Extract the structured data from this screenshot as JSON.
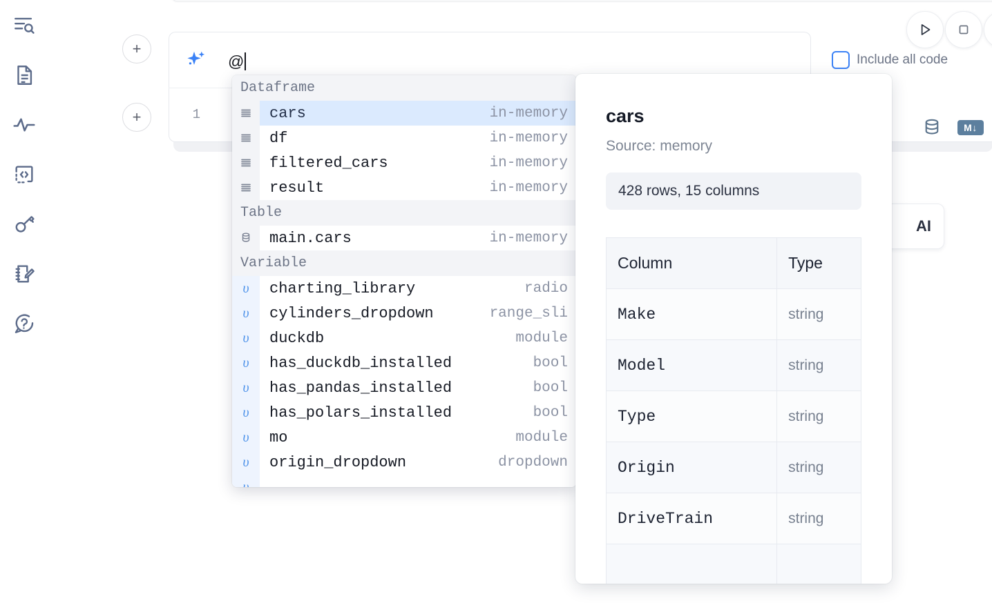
{
  "sidebar": {
    "items": [
      {
        "name": "outline-search-icon",
        "label": "Outline / Search"
      },
      {
        "name": "file-document-icon",
        "label": "Notebook file"
      },
      {
        "name": "activity-pulse-icon",
        "label": "Activity"
      },
      {
        "name": "code-brackets-icon",
        "label": "Snippets"
      },
      {
        "name": "key-icon",
        "label": "Secrets"
      },
      {
        "name": "notebook-edit-icon",
        "label": "Scratchpad"
      },
      {
        "name": "help-chat-icon",
        "label": "Help"
      }
    ]
  },
  "gutter": {
    "add_cell_label": "+"
  },
  "toolbar": {
    "run_label": "Run",
    "stop_label": "Stop",
    "include_all_code_label": "Include all code",
    "include_all_code_checked": false,
    "database_icon_label": "Database",
    "markdown_badge_label": "M↓",
    "accent_color": "#3b82f6"
  },
  "ai_prompt": {
    "icon_label": "sparkles-icon",
    "value": "@",
    "placeholder": ""
  },
  "editor": {
    "line_number": "1",
    "ai_card_label": "AI"
  },
  "autocomplete": {
    "sections": [
      {
        "title": "Dataframe",
        "icon": "dataframe-rows-icon",
        "items": [
          {
            "label": "cars",
            "type": "in-memory",
            "selected": true
          },
          {
            "label": "df",
            "type": "in-memory",
            "selected": false
          },
          {
            "label": "filtered_cars",
            "type": "in-memory",
            "selected": false
          },
          {
            "label": "result",
            "type": "in-memory",
            "selected": false
          }
        ]
      },
      {
        "title": "Table",
        "icon": "database-table-icon",
        "items": [
          {
            "label": "main.cars",
            "type": "in-memory",
            "selected": false
          }
        ]
      },
      {
        "title": "Variable",
        "icon": "variable-icon",
        "items": [
          {
            "label": "charting_library",
            "type": "radio",
            "selected": false
          },
          {
            "label": "cylinders_dropdown",
            "type": "range_sli",
            "selected": false
          },
          {
            "label": "duckdb",
            "type": "module",
            "selected": false
          },
          {
            "label": "has_duckdb_installed",
            "type": "bool",
            "selected": false
          },
          {
            "label": "has_pandas_installed",
            "type": "bool",
            "selected": false
          },
          {
            "label": "has_polars_installed",
            "type": "bool",
            "selected": false
          },
          {
            "label": "mo",
            "type": "module",
            "selected": false
          },
          {
            "label": "origin_dropdown",
            "type": "dropdown",
            "selected": false
          },
          {
            "label": "",
            "type": "",
            "selected": false
          }
        ]
      }
    ],
    "selected_highlight_color": "#dbeafe"
  },
  "doc_panel": {
    "title": "cars",
    "source": "Source: memory",
    "shape": "428 rows, 15 columns",
    "table": {
      "headers": [
        "Column",
        "Type"
      ],
      "rows": [
        [
          "Make",
          "string"
        ],
        [
          "Model",
          "string"
        ],
        [
          "Type",
          "string"
        ],
        [
          "Origin",
          "string"
        ],
        [
          "DriveTrain",
          "string"
        ],
        [
          "",
          ""
        ]
      ]
    }
  }
}
